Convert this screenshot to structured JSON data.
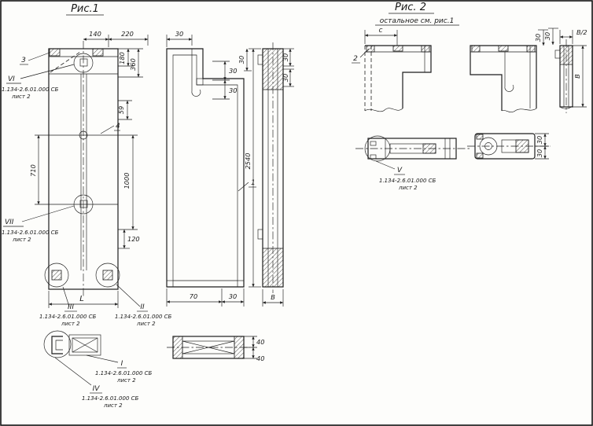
{
  "fig1": {
    "title": "Рис.1",
    "parts": {
      "p1": "1",
      "p3": "3",
      "p4": "4"
    },
    "dims": {
      "w140": "140",
      "w220": "220",
      "h180": "180",
      "h360": "360",
      "h59": "59",
      "h710": "710",
      "h1000": "1000",
      "h120": "120",
      "length": "L",
      "m30top": "30",
      "m30a": "30",
      "m30b": "30",
      "m30c": "30",
      "m70": "70",
      "m30bot": "30",
      "h2540": "2540",
      "r30a": "30",
      "r30b": "30",
      "widthB": "В",
      "s40a": "40",
      "s40b": "40"
    },
    "callouts": {
      "c6": {
        "roman": "VI",
        "doc": "1.134-2.6.01.000 СБ",
        "sheet": "лист 2"
      },
      "c7": {
        "roman": "VII",
        "doc": "1.134-2.6.01.000 СБ",
        "sheet": "лист 2"
      },
      "c3": {
        "roman": "III",
        "doc": "1.134-2.6.01.000 СБ",
        "sheet": "лист 2"
      },
      "c2": {
        "roman": "II",
        "doc": "1.134-2.6.01.000 СБ",
        "sheet": "лист 2"
      },
      "c1": {
        "roman": "I",
        "doc": "1.134-2.6.01.000 СБ",
        "sheet": "лист 2"
      },
      "c4": {
        "roman": "IV",
        "doc": "1.134-2.6.01.000 СБ",
        "sheet": "лист 2"
      }
    }
  },
  "fig2": {
    "title": "Рис. 2",
    "subtitle": "остальное см. рис.1",
    "parts": {
      "p2": "2"
    },
    "dims": {
      "c": "с",
      "b2": "В/2",
      "b": "В",
      "t30a": "30",
      "t30b": "30",
      "r30a": "30",
      "r30b": "30"
    },
    "callouts": {
      "c5": {
        "roman": "V",
        "doc": "1.134-2.6.01.000 СБ",
        "sheet": "лист 2"
      }
    }
  }
}
